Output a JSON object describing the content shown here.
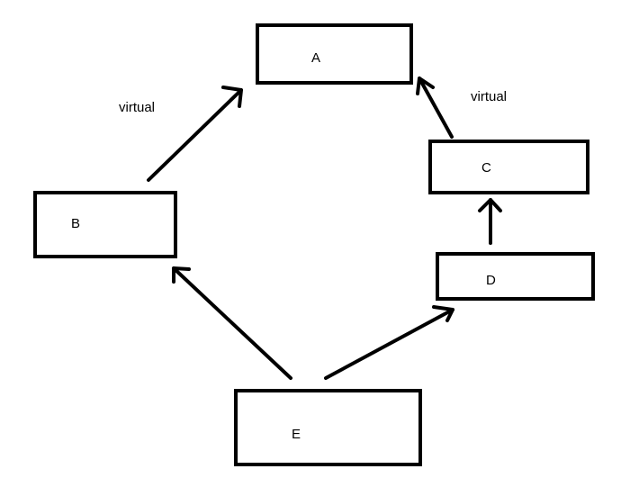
{
  "nodes": {
    "a": {
      "label": "A"
    },
    "b": {
      "label": "B"
    },
    "c": {
      "label": "C"
    },
    "d": {
      "label": "D"
    },
    "e": {
      "label": "E"
    }
  },
  "edges": [
    {
      "from": "B",
      "to": "A",
      "label": "virtual"
    },
    {
      "from": "C",
      "to": "A",
      "label": "virtual"
    },
    {
      "from": "D",
      "to": "C",
      "label": ""
    },
    {
      "from": "E",
      "to": "B",
      "label": ""
    },
    {
      "from": "E",
      "to": "D",
      "label": ""
    }
  ],
  "edge_labels": {
    "b_to_a": "virtual",
    "c_to_a": "virtual"
  },
  "colors": {
    "stroke": "#000000",
    "background": "#ffffff"
  }
}
